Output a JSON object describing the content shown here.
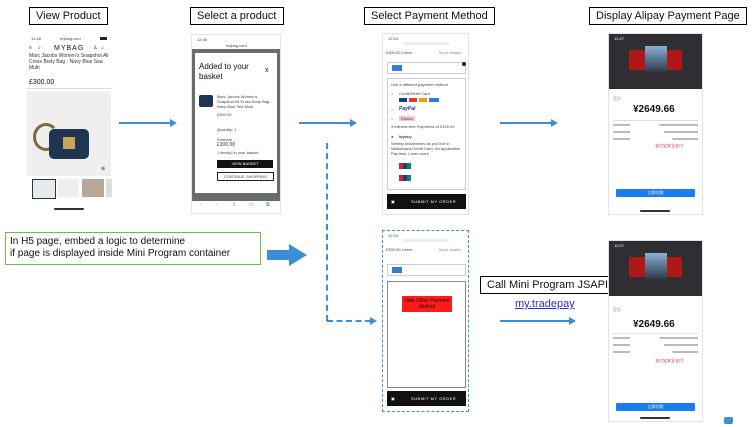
{
  "headers": {
    "view_product": "View Product",
    "select_product": "Select a product",
    "select_payment": "Select Payment Method",
    "display_alipay": "Display Alipay Payment Page"
  },
  "note": {
    "line1": "In H5 page, embed a logic to determine",
    "line2": "if page is displayed inside Mini Program container"
  },
  "jsapi": {
    "title": "Call Mini Program JSAPI",
    "link": "my.tradepay"
  },
  "phone1": {
    "time": "12:46",
    "url": "mybag.com",
    "brand": "MYBAG",
    "product_title": "Marc Jacobs Women's Snapshot All Cross Body Bag - Navy Blue Sea Multi",
    "price": "£300.00"
  },
  "phone2": {
    "time": "12:46",
    "url": "mybag.com",
    "close": "x",
    "heading": "Added to your basket",
    "item_text": "Marc Jacobs Women's Snapshot All Cross Body Bag - Navy Blue Sea Multi",
    "item_price": "£300.00",
    "quantity": "Quantity: 1",
    "subtotal_label": "Subtotal",
    "subtotal": "£300.00",
    "items_note": "1 item(s) in your basket",
    "view_basket": "VIEW BASKET",
    "continue": "CONTINUE SHOPPING"
  },
  "phone3": {
    "time": "12:24",
    "total": "£300.00",
    "items": "1 item",
    "more": "More details",
    "pay_section": "Use a different payment method",
    "opt_card": "Credit/Debit Card",
    "opt_paypal": "PayPal",
    "opt_klarna": "Klarna",
    "klarna_note": "3 interest-free Payments of £100.00",
    "opt_laybuy": "laybuy",
    "laybuy_note": "Weekly instalments as you live in Mastercard Credit Card. No application. Pay less. Learn more",
    "submit": "SUBMIT MY ORDER"
  },
  "phone4": {
    "time": "12:24",
    "total": "£300.00",
    "items": "1 item",
    "more": "More details",
    "hide_label": "Hide Other Payment Method",
    "submit": "SUBMIT MY ORDER"
  },
  "alipay": {
    "time": "12:27",
    "amount": "¥2649.66",
    "confirm": "立即付款",
    "tag": "官方",
    "tip": "支付宝安全支付"
  },
  "colors": {
    "arrow": "#3a8fd6",
    "note_border": "#6abf4b",
    "hide_box": "#ff1b1b",
    "alipay_blue": "#1a7cf2",
    "link": "#2d2dba"
  }
}
